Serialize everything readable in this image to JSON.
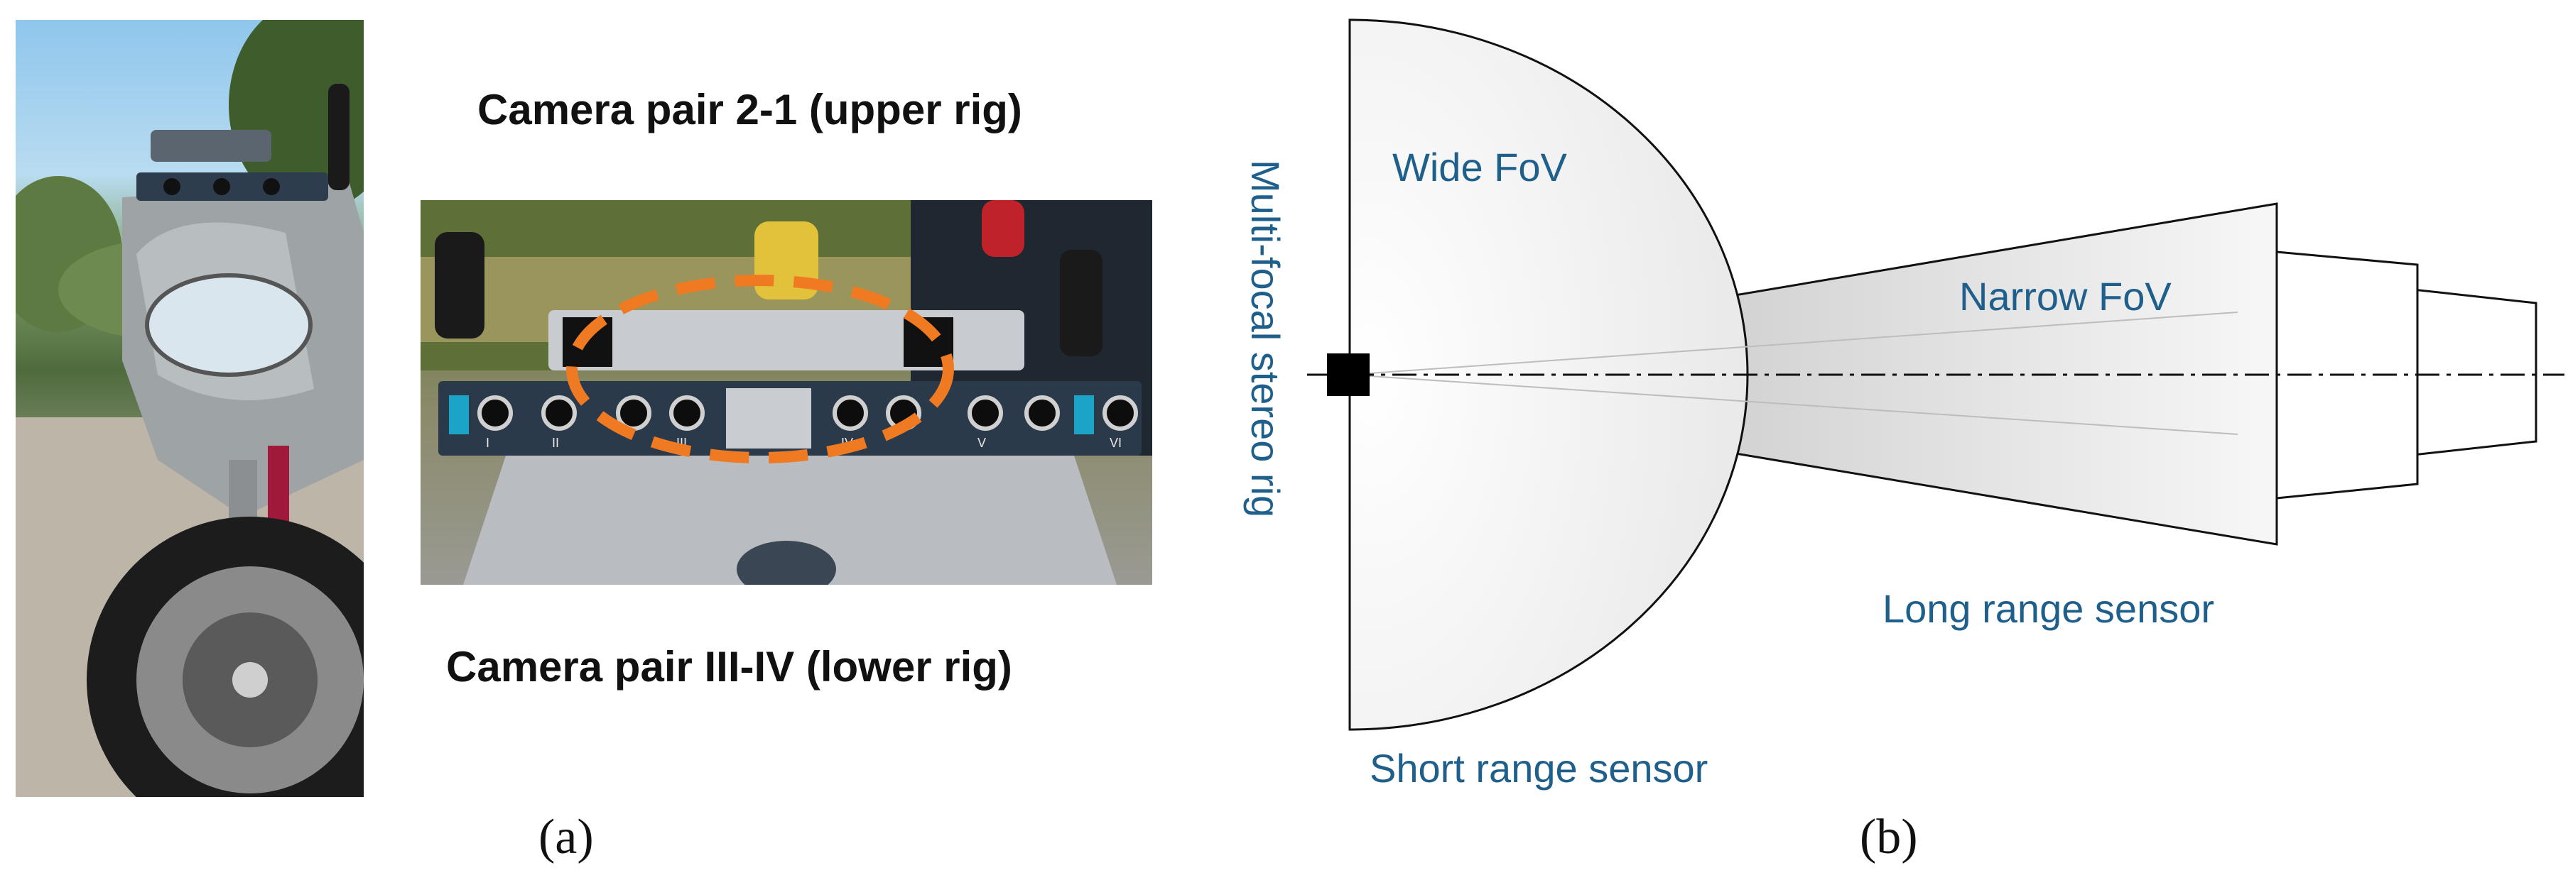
{
  "panel_a": {
    "caption_upper": "Camera pair 2-1 (upper rig)",
    "caption_lower": "Camera pair III-IV (lower rig)",
    "label": "(a)",
    "rig_bar_markings": [
      "I",
      "II",
      "III",
      "IV",
      "V",
      "VI"
    ]
  },
  "panel_b": {
    "label": "(b)",
    "vertical_label": "Multi-focal stereo rig",
    "wide_fov": "Wide FoV",
    "narrow_fov": "Narrow FoV",
    "short_range": "Short range sensor",
    "long_range": "Long range sensor"
  },
  "colors": {
    "diagram_text": "#1f5f8b",
    "highlight_ellipse": "#f07a22"
  }
}
